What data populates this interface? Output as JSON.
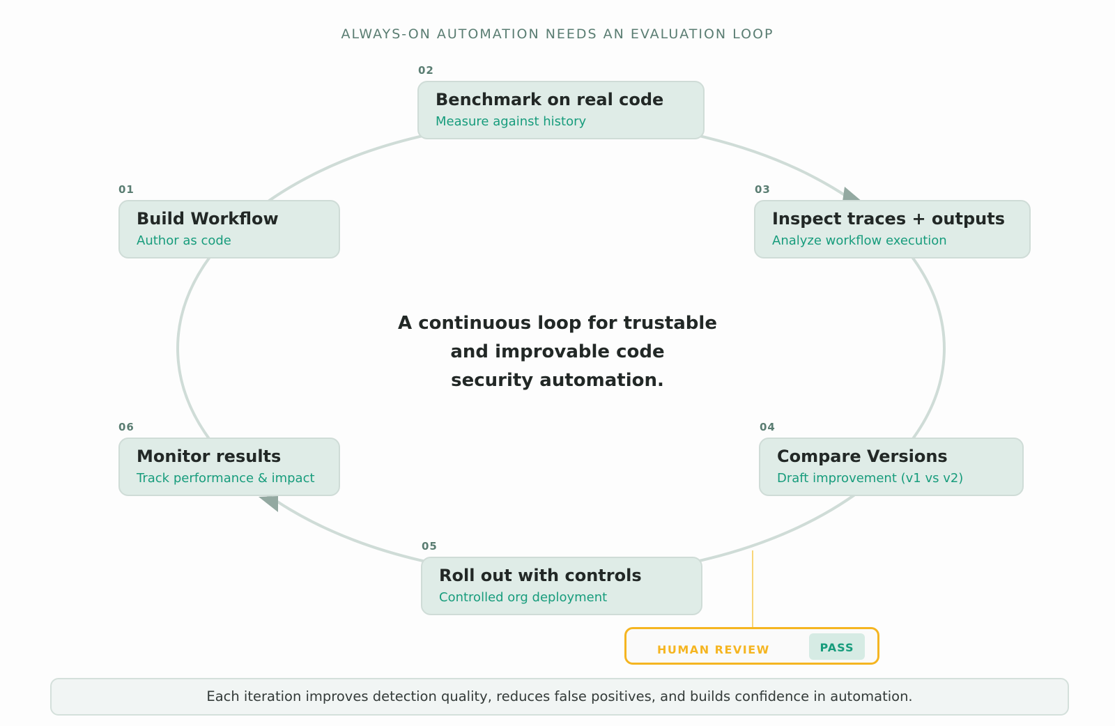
{
  "header": {
    "title": "ALWAYS-ON AUTOMATION NEEDS AN EVALUATION LOOP"
  },
  "center_text": {
    "line1": "A continuous loop for trustable",
    "line2": "and improvable code",
    "line3": "security automation."
  },
  "steps": [
    {
      "num": "01",
      "title": "Build Workflow",
      "subtitle": "Author as code"
    },
    {
      "num": "02",
      "title": "Benchmark on real code",
      "subtitle": "Measure against history"
    },
    {
      "num": "03",
      "title": "Inspect traces + outputs",
      "subtitle": "Analyze workflow execution"
    },
    {
      "num": "04",
      "title": "Compare Versions",
      "subtitle": "Draft improvement (v1 vs v2)"
    },
    {
      "num": "05",
      "title": "Roll out with controls",
      "subtitle": "Controlled org deployment"
    },
    {
      "num": "06",
      "title": "Monitor results",
      "subtitle": "Track performance & impact"
    }
  ],
  "review_gate": {
    "label": "HUMAN REVIEW",
    "status": "PASS"
  },
  "footer": {
    "text": "Each iteration improves detection quality, reduces false positives, and builds confidence in automation."
  },
  "colors": {
    "accent_green": "#179c7c",
    "card_bg": "#dfece7",
    "loop_line": "#cfdcd7",
    "arrow": "#93a9a1",
    "review_amber": "#f5b521",
    "title_text": "#5a7d72"
  }
}
